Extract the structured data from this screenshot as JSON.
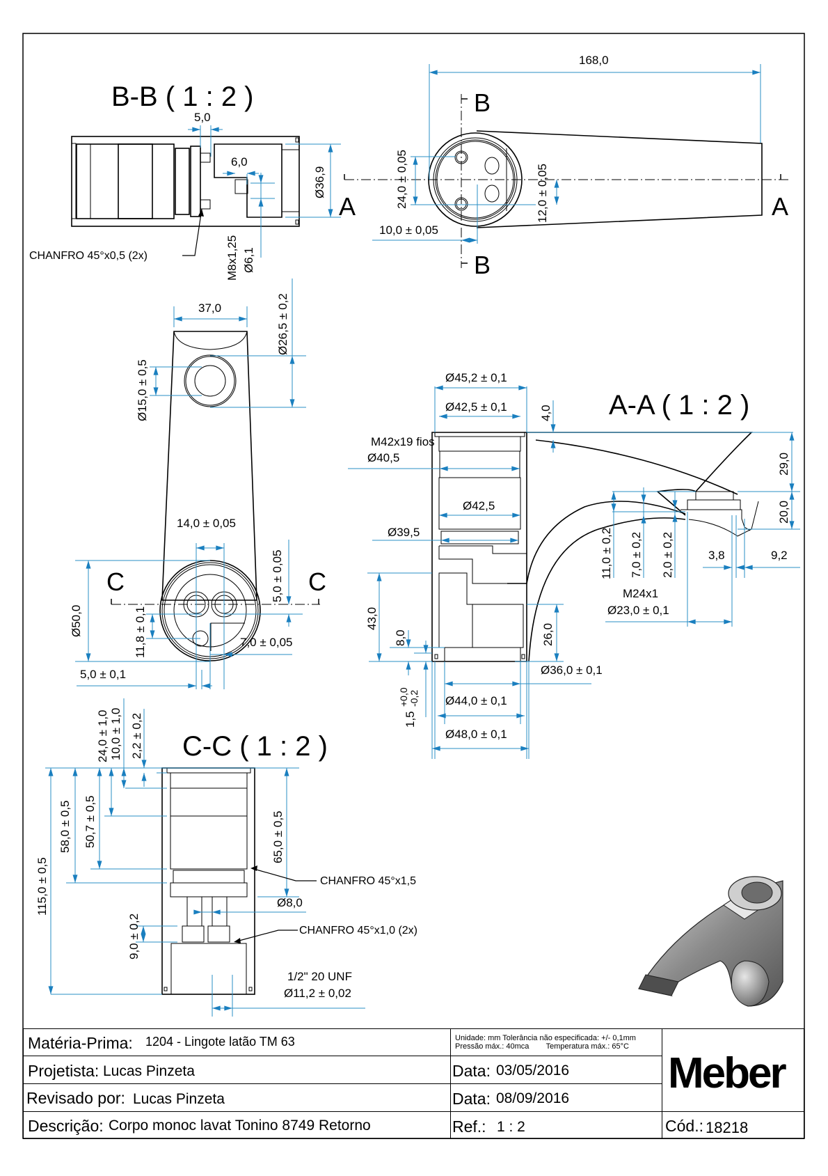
{
  "drawing": {
    "views": {
      "bb": {
        "title": "B-B ( 1 : 2 )",
        "dims": {
          "d5": "5,0",
          "d6": "6,0",
          "d369": "Ø36,9",
          "m8": "M8x1,25",
          "d61": "Ø6,1"
        },
        "note_chanfro": "CHANFRO 45°x0,5 (2x)"
      },
      "top": {
        "dims": {
          "d168": "168,0",
          "d24": "24,0 ± 0,05",
          "d12": "12,0 ± 0,05",
          "d10": "10,0 ± 0,05"
        },
        "section_a_left": "A",
        "section_a_right": "A",
        "section_b_top": "B",
        "section_b_bottom": "B"
      },
      "front": {
        "dims": {
          "d37": "37,0",
          "d265": "Ø26,5 ± 0,2",
          "d15": "Ø15,0 ± 0,5",
          "d14": "14,0 ± 0,05",
          "d50": "Ø50,0",
          "d5005": "5,0 ± 0,05",
          "d118": "11,8 ± 0,1",
          "d7005": "7,0 ± 0,05",
          "d501": "5,0 ± 0,1"
        },
        "section_c_left": "C",
        "section_c_right": "C"
      },
      "aa": {
        "title": "A-A ( 1 : 2 )",
        "dims": {
          "d452": "Ø45,2 ± 0,1",
          "d425t": "Ø42,5 ± 0,1",
          "d4": "4,0",
          "m42": "M42x19 fios",
          "d405": "Ø40,5",
          "d425": "Ø42,5",
          "d395": "Ø39,5",
          "d29": "29,0",
          "d20": "20,0",
          "d11": "11,0 ± 0,2",
          "d7": "7,0 ± 0,2",
          "d2": "2,0 ± 0,2",
          "d38": "3,8",
          "d92": "9,2",
          "m24": "M24x1",
          "d23": "Ø23,0 ± 0,1",
          "d43": "43,0",
          "d8": "8,0",
          "d26": "26,0",
          "d36": "Ø36,0 ± 0,1",
          "d15tol": "1,5",
          "d15up": "+0,0",
          "d15lo": "-0,2",
          "d44": "Ø44,0 ± 0,1",
          "d48": "Ø48,0 ± 0,1"
        }
      },
      "cc": {
        "title": "C-C ( 1 : 2 )",
        "dims": {
          "d24": "24,0 ± 1,0",
          "d10": "10,0 ± 1,0",
          "d22": "2,2 ± 0,2",
          "d115": "115,0 ± 0,5",
          "d58": "58,0 ± 0,5",
          "d507": "50,7 ± 0,5",
          "d65": "65,0 ± 0,5",
          "d8": "Ø8,0",
          "d9": "9,0 ± 0,2",
          "unf": "1/2\" 20 UNF",
          "d112": "Ø11,2 ± 0,02"
        },
        "note_chanfro1": "CHANFRO 45°x1,5",
        "note_chanfro2": "CHANFRO 45°x1,0 (2x)"
      }
    }
  },
  "title_block": {
    "materia_label": "Matéria-Prima:",
    "materia_value": "1204 - Lingote latão TM 63",
    "specs_line1": "Unidade: mm Tolerância não especificada: +/- 0,1mm",
    "specs_line2": "Pressão máx.: 40mca        Temperatura máx.: 65°C",
    "projetista_label": "Projetista:",
    "projetista_value": "Lucas Pinzeta",
    "data1_label": "Data:",
    "data1_value": "03/05/2016",
    "revisado_label": "Revisado por:",
    "revisado_value": "Lucas Pinzeta",
    "data2_label": "Data:",
    "data2_value": "08/09/2016",
    "descricao_label": "Descrição:",
    "descricao_value": "Corpo monoc lavat Tonino 8749 Retorno",
    "ref_label": "Ref.:",
    "ref_value": "1 : 2",
    "logo": "Meber",
    "cod_label": "Cód.:",
    "cod_value": "18218"
  },
  "colors": {
    "dimension": "#2a8fc4",
    "arrow": "#1a7fbf",
    "geometry": "#000000"
  }
}
